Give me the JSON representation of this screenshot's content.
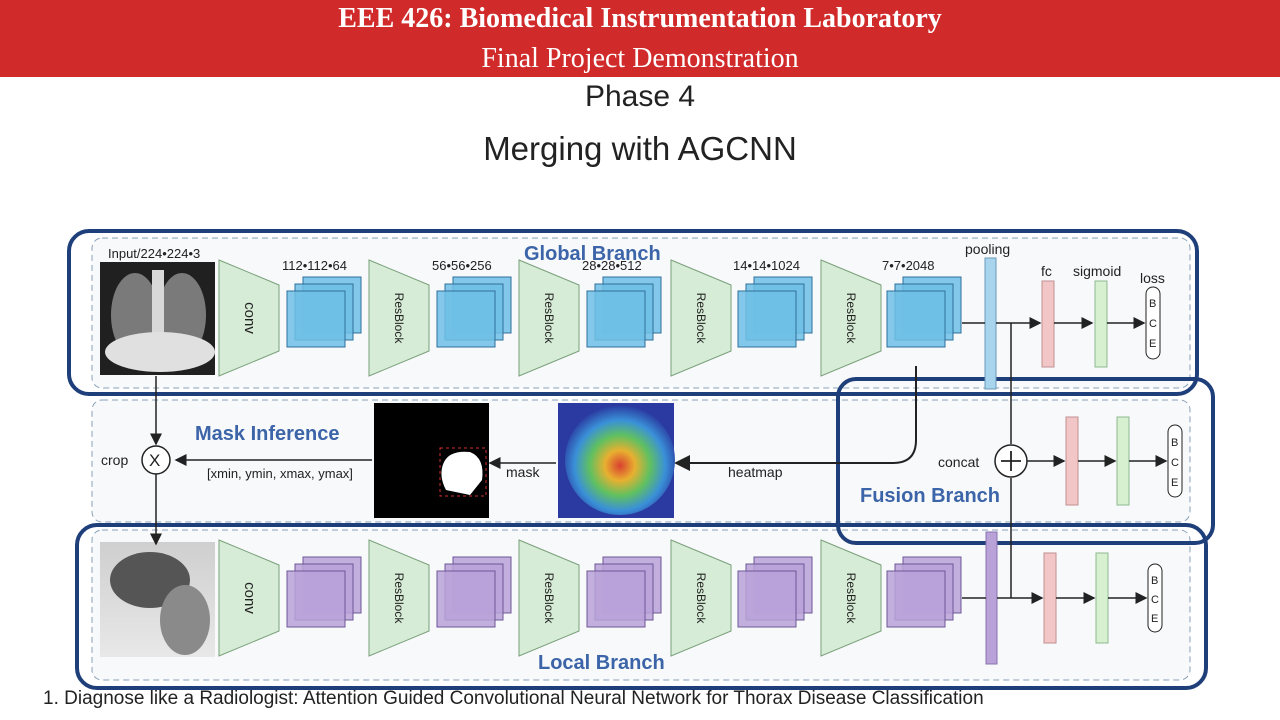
{
  "slide": {
    "course_title": "EEE 426: Biomedical Instrumentation Laboratory",
    "course_subtitle": "Final Project Demonstration",
    "phase": "Phase 4",
    "topic": "Merging with AGCNN",
    "footnote": "1. Diagnose like a Radiologist: Attention Guided Convolutional Neural Network for Thorax Disease Classification"
  },
  "diagram": {
    "global_branch": {
      "title": "Global Branch",
      "input_label": "Input/224•224•3",
      "layers": [
        "conv",
        "ResBlock",
        "ResBlock",
        "ResBlock",
        "ResBlock"
      ],
      "feature_dims": [
        "112•112•64",
        "56•56•256",
        "28•28•512",
        "14•14•1024",
        "7•7•2048"
      ],
      "pooling_label": "pooling",
      "fc_label": "fc",
      "sigmoid_label": "sigmoid",
      "loss_label": "loss",
      "loss_letters": [
        "B",
        "C",
        "E"
      ]
    },
    "mask_inference": {
      "title": "Mask Inference",
      "crop_label": "crop",
      "coords_label": "[xmin, ymin, xmax, ymax]",
      "mask_label": "mask",
      "heatmap_label": "heatmap"
    },
    "fusion_branch": {
      "title": "Fusion Branch",
      "concat_label": "concat",
      "loss_letters": [
        "B",
        "C",
        "E"
      ]
    },
    "local_branch": {
      "title": "Local Branch",
      "layers": [
        "conv",
        "ResBlock",
        "ResBlock",
        "ResBlock",
        "ResBlock"
      ],
      "loss_letters": [
        "B",
        "C",
        "E"
      ]
    },
    "colors": {
      "banner": "#d12a2a",
      "branch_title": "#3c64a8",
      "highlight_box": "#1f3f7a",
      "global_feature": "#6fbfe6",
      "local_feature": "#b8a2d8",
      "trapezoid": "#d6ecd6",
      "fc_block": "#f2c6c6",
      "sigmoid_block": "#d6f0d0"
    }
  }
}
